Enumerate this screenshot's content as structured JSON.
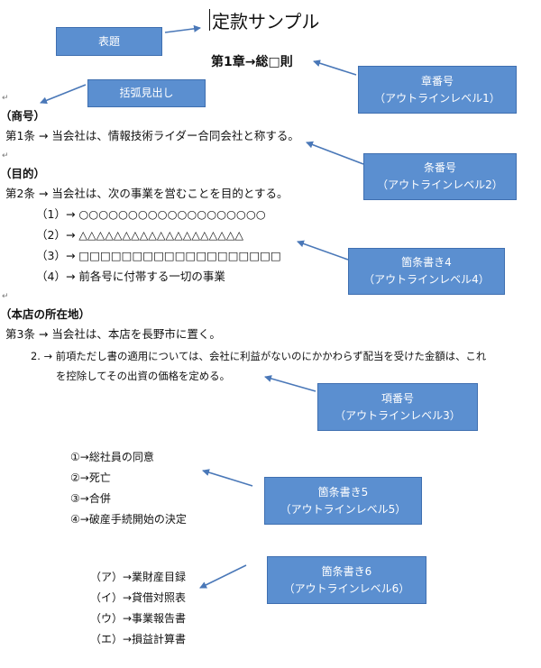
{
  "doc": {
    "title": "定款サンプル",
    "chapter": "第1章→総□則",
    "pilcrow": "↵",
    "sections": [
      {
        "heading": "（商号）",
        "article": "第1条 → 当会社は、情報技術ライダー合同会社と称する。"
      },
      {
        "heading": "（目的）",
        "article": "第2条 → 当会社は、次の事業を営むことを目的とする。",
        "items": [
          "（1）→ ○○○○○○○○○○○○○○○○○○○",
          "（2）→ △△△△△△△△△△△△△△△△△△△",
          "（3）→ □□□□□□□□□□□□□□□□□□□",
          "（4）→ 前各号に付帯する一切の事業"
        ]
      },
      {
        "heading": "（本店の所在地）",
        "article": "第3条 → 当会社は、本店を長野市に置く。",
        "paragraph_line1": "2. → 前項ただし書の適用については、会社に利益がないのにかかわらず配当を受けた金額は、これ",
        "paragraph_line2": "を控除してその出資の価格を定める。"
      }
    ],
    "list5": [
      "①→総社員の同意",
      "②→死亡",
      "③→合併",
      "④→破産手続開始の決定"
    ],
    "list6": [
      "（ア）→業財産目録",
      "（イ）→貸借対照表",
      "（ウ）→事業報告書",
      "（エ）→損益計算書"
    ]
  },
  "callouts": {
    "title_box": "表題",
    "bracket_box": "括弧見出し",
    "chapter_box": {
      "line1": "章番号",
      "line2": "（アウトラインレベル1）"
    },
    "article_box": {
      "line1": "条番号",
      "line2": "（アウトラインレベル2）"
    },
    "bullet4_box": {
      "line1": "箇条書き4",
      "line2": "（アウトラインレベル4）"
    },
    "paragraph_box": {
      "line1": "項番号",
      "line2": "（アウトラインレベル3）"
    },
    "bullet5_box": {
      "line1": "箇条書き5",
      "line2": "（アウトラインレベル5）"
    },
    "bullet6_box": {
      "line1": "箇条書き6",
      "line2": "（アウトラインレベル6）"
    }
  },
  "colors": {
    "box_fill": "#5b8fd0",
    "box_border": "#3f6fb0",
    "arrow": "#4a78b8",
    "text": "#111111"
  }
}
